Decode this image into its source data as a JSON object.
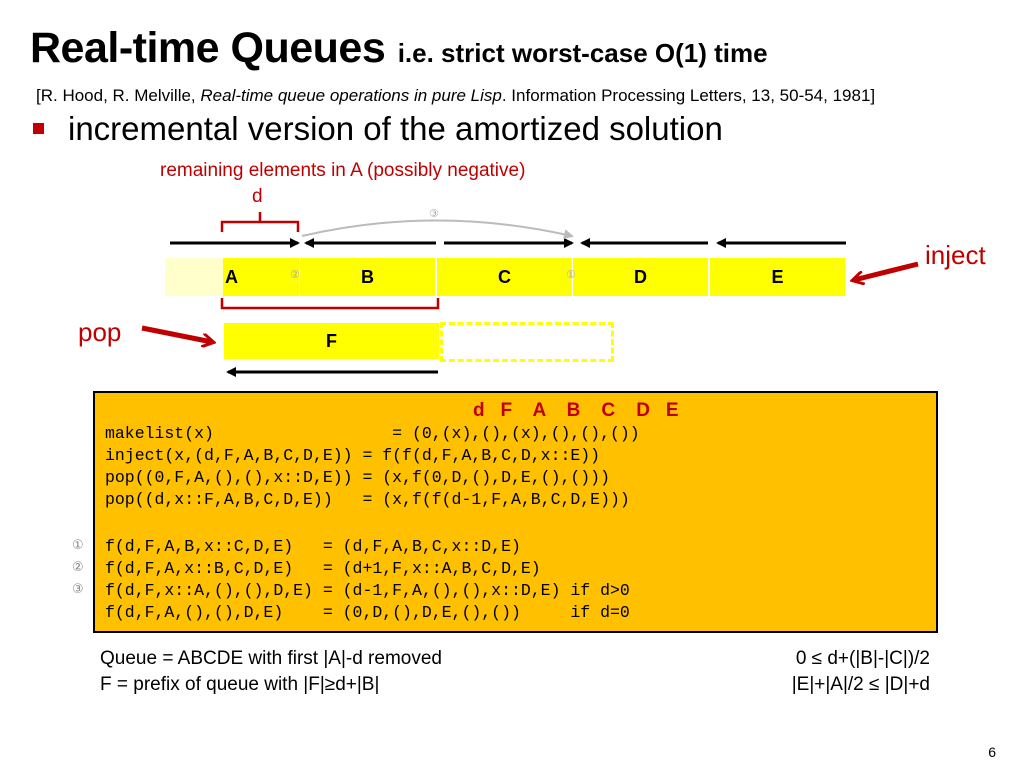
{
  "title": {
    "main": "Real-time Queues",
    "sub": "i.e. strict worst-case O(1) time"
  },
  "reference": {
    "prefix": "[R. Hood, R. Melville, ",
    "italic": "Real-time queue operations in pure Lisp",
    "suffix": ". Information Processing Letters, 13, 50-54, 1981]"
  },
  "bullet": "incremental version of the amortized solution",
  "diagram": {
    "remaining_note": "remaining elements in A (possibly negative)",
    "d_label": "d",
    "inject_label": "inject",
    "pop_label": "pop",
    "segments": {
      "A": "A",
      "B": "B",
      "C": "C",
      "D": "D",
      "E": "E",
      "F": "F"
    },
    "circ": {
      "one": "①",
      "two": "②",
      "three": "③"
    },
    "colors": {
      "yellow": "#ffff00",
      "pale_yellow": "#ffffcc",
      "red": "#c00000",
      "orange": "#ffc000"
    }
  },
  "code": {
    "header": "d   F    A    B    C    D   E",
    "lines": [
      "makelist(x)                  = (0,(x),(),(x),(),(),())",
      "inject(x,(d,F,A,B,C,D,E)) = f(f(d,F,A,B,C,D,x::E))",
      "pop((0,F,A,(),(),x::D,E)) = (x,f(0,D,(),D,E,(),()))",
      "pop((d,x::F,A,B,C,D,E))   = (x,f(f(d-1,F,A,B,C,D,E)))",
      "f(d,F,A,B,x::C,D,E)   = (d,F,A,B,C,x::D,E)",
      "f(d,F,A,x::B,C,D,E)   = (d+1,F,x::A,B,C,D,E)",
      "f(d,F,x::A,(),(),D,E) = (d-1,F,A,(),(),x::D,E) if d>0",
      "f(d,F,A,(),(),D,E)    = (0,D,(),D,E,(),())     if d=0"
    ],
    "markers": [
      "①",
      "②",
      "③"
    ]
  },
  "footer": {
    "left1": "Queue = ABCDE with first |A|-d removed",
    "left2": "F = prefix of queue with |F|≥d+|B|",
    "right1": "0 ≤ d+(|B|-|C|)/2",
    "right2": "|E|+|A|/2 ≤ |D|+d"
  },
  "page_number": "6"
}
